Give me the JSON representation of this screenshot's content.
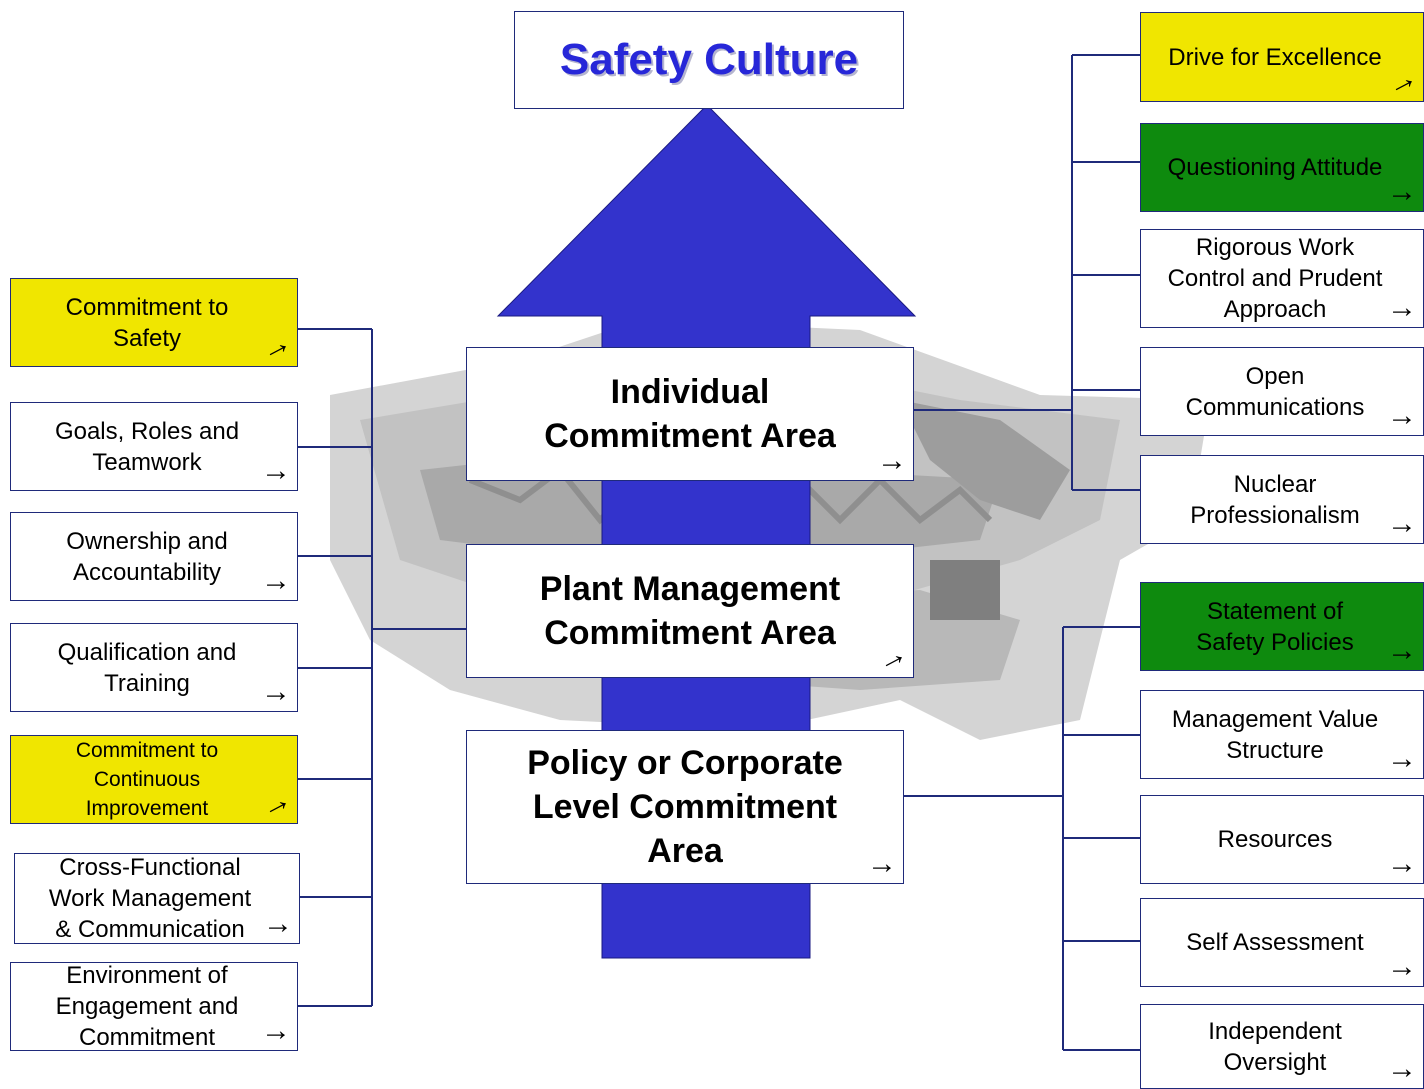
{
  "title": "Safety Culture",
  "center": {
    "individual": "Individual\nCommitment Area",
    "plant": "Plant Management\nCommitment Area",
    "policy": "Policy or Corporate\nLevel Commitment\nArea"
  },
  "left": [
    {
      "label": "Commitment to\nSafety",
      "fill": "yellow"
    },
    {
      "label": "Goals, Roles and\nTeamwork",
      "fill": "white"
    },
    {
      "label": "Ownership and\nAccountability",
      "fill": "white"
    },
    {
      "label": "Qualification and\nTraining",
      "fill": "white"
    },
    {
      "label": "Commitment to\nContinuous\nImprovement",
      "fill": "yellow"
    },
    {
      "label": "Cross-Functional\nWork Management\n& Communication",
      "fill": "white"
    },
    {
      "label": "Environment of\nEngagement and\nCommitment",
      "fill": "white"
    }
  ],
  "right_individual": [
    {
      "label": "Drive for Excellence",
      "fill": "yellow"
    },
    {
      "label": "Questioning Attitude",
      "fill": "green"
    },
    {
      "label": "Rigorous Work\nControl and Prudent\nApproach",
      "fill": "white"
    },
    {
      "label": "Open\nCommunications",
      "fill": "white"
    },
    {
      "label": "Nuclear\nProfessionalism",
      "fill": "white"
    }
  ],
  "right_policy": [
    {
      "label": "Statement of\nSafety Policies",
      "fill": "green"
    },
    {
      "label": "Management Value\nStructure",
      "fill": "white"
    },
    {
      "label": "Resources",
      "fill": "white"
    },
    {
      "label": "Self Assessment",
      "fill": "white"
    },
    {
      "label": "Independent\nOversight",
      "fill": "white"
    }
  ],
  "colors": {
    "arrow": "#3333cc",
    "title_text": "#2727d8",
    "yellow": "#f0e600",
    "green": "#0e8a0e",
    "connector": "#1f2a7a"
  },
  "arrow_symbol": "→"
}
